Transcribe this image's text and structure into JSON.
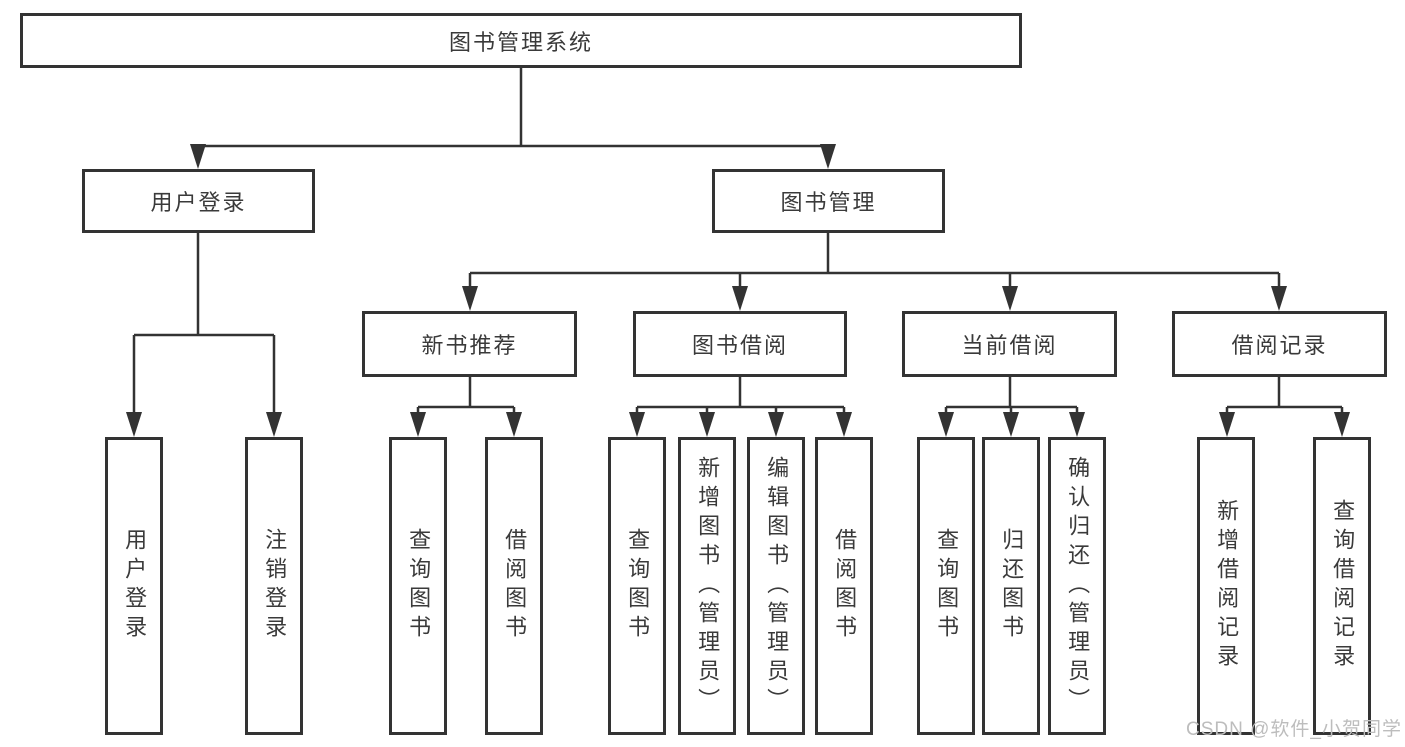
{
  "diagram": {
    "type": "tree",
    "root": {
      "label": "图书管理系统"
    },
    "branches": [
      {
        "label": "用户登录",
        "children": [
          {
            "label": "用户登录"
          },
          {
            "label": "注销登录"
          }
        ]
      },
      {
        "label": "图书管理",
        "children": [
          {
            "label": "新书推荐",
            "children": [
              {
                "label": "查询图书"
              },
              {
                "label": "借阅图书"
              }
            ]
          },
          {
            "label": "图书借阅",
            "children": [
              {
                "label": "查询图书"
              },
              {
                "label": "新增图书（管理员）"
              },
              {
                "label": "编辑图书（管理员）"
              },
              {
                "label": "借阅图书"
              }
            ]
          },
          {
            "label": "当前借阅",
            "children": [
              {
                "label": "查询图书"
              },
              {
                "label": "归还图书"
              },
              {
                "label": "确认归还（管理员）"
              }
            ]
          },
          {
            "label": "借阅记录",
            "children": [
              {
                "label": "新增借阅记录"
              },
              {
                "label": "查询借阅记录"
              }
            ]
          }
        ]
      }
    ]
  },
  "watermark": {
    "text": "CSDN @软件_小贺同学",
    "color": "#bdbdbd"
  },
  "colors": {
    "line": "#333333",
    "text": "#3a3a3a",
    "background": "#ffffff"
  }
}
